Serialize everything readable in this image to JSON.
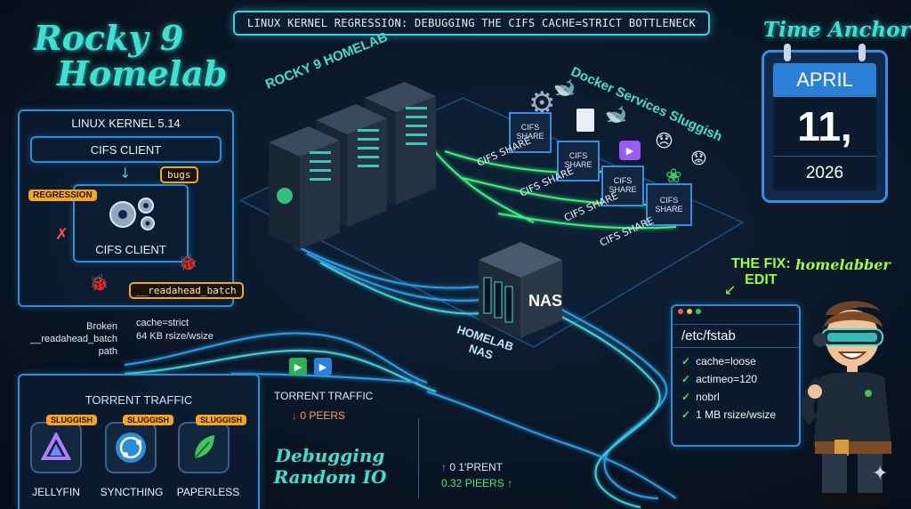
{
  "header": {
    "title": "LINUX KERNEL REGRESSION: DEBUGGING THE CIFS CACHE=STRICT BOTTLENECK"
  },
  "brand": {
    "line1": "Rocky 9",
    "line2": "Homelab"
  },
  "kernel_panel": {
    "title": "LINUX KERNEL 5.14",
    "top_label": "CIFS CLIENT",
    "inner_label": "CIFS CLIENT",
    "regression_tag": "REGRESSION",
    "bugs_tag": "bugs",
    "readahead_tag": "__readahead_batch"
  },
  "broken_note": {
    "line1": "Broken",
    "line2": "__readahead_batch",
    "line3": "path"
  },
  "cache_note": {
    "line1": "cache=strict",
    "line2": "64 KB rsize/wsize"
  },
  "torrent_panel": {
    "title": "TORRENT TRAFFIC",
    "apps": [
      {
        "name": "JELLYFIN",
        "badge": "SLUGGISH",
        "icon": "jellyfin-icon",
        "color": "#9b5cf5"
      },
      {
        "name": "SYNCTHING",
        "badge": "SLUGGISH",
        "icon": "syncthing-icon",
        "color": "#2a8fd6"
      },
      {
        "name": "PAPERLESS",
        "badge": "SLUGGISH",
        "icon": "paperless-icon",
        "color": "#3cc85a"
      }
    ]
  },
  "flow": {
    "torrent_label": "TORRENT  TRAFFIC",
    "peers_label": "0 PEERS",
    "debug_line1": "Debugging",
    "debug_line2": "Random IO",
    "stats_line1": "0 1'PRENT",
    "stats_line2": "0.32 PIEERS"
  },
  "server_area": {
    "rack_label": "ROCKY 9 HOMELAB",
    "docker_label": "Docker Services Sluggish",
    "share_label": "CIFS SHARE",
    "nas_label": "NAS",
    "nas_caption_line1": "HOMELAB",
    "nas_caption_line2": "NAS"
  },
  "time_anchor": {
    "title": "Time Anchor",
    "month": "APRIL",
    "day": "11,",
    "year": "2026"
  },
  "fix": {
    "title_line1": "THE FIX:",
    "title_line2": "EDIT",
    "user": "homelabber",
    "file": "/etc/fstab",
    "options": [
      "cache=loose",
      "actimeo=120",
      "nobrl",
      "1 MB rsize/wsize"
    ]
  },
  "colors": {
    "accent_cyan": "#3fd0e0",
    "accent_green": "#3cf07a",
    "warning_orange": "#f5a623",
    "panel_blue": "#2a8fd6"
  }
}
